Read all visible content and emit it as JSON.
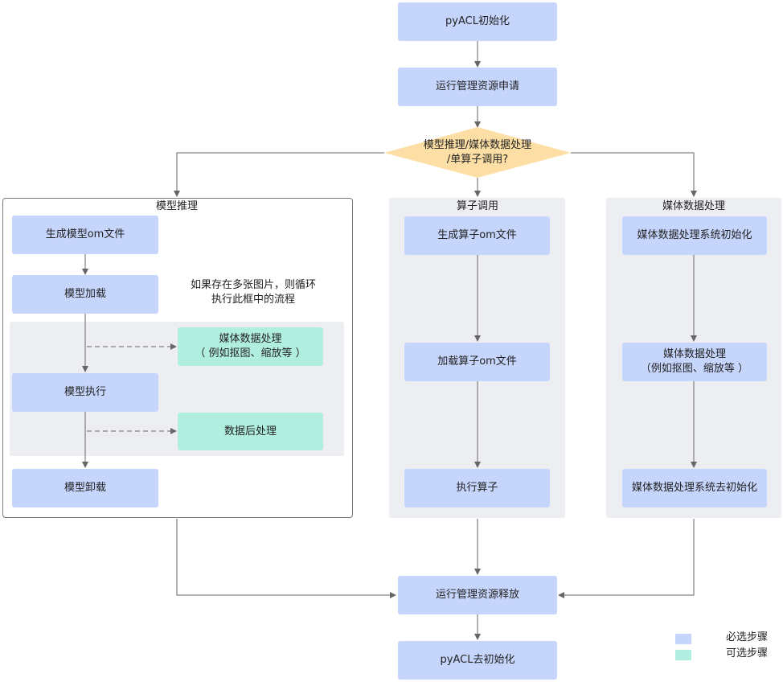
{
  "nodes": {
    "init": "pyACL初始化",
    "resource_apply": "运行管理资源申请",
    "decision": [
      "模型推理/媒体数据处理",
      "/单算子调用?"
    ],
    "resource_release": "运行管理资源释放",
    "deinit": "pyACL去初始化"
  },
  "groups": {
    "model": {
      "title": "模型推理",
      "steps": {
        "gen_om": "生成模型om文件",
        "load": "模型加载",
        "execute": "模型执行",
        "unload": "模型卸载"
      },
      "loop_note": [
        "如果存在多张图片，则循环",
        "执行此框中的流程"
      ],
      "optional": {
        "media": [
          "媒体数据处理",
          "（ 例如抠图、缩放等 ）"
        ],
        "postprocess": "数据后处理"
      }
    },
    "operator": {
      "title": "算子调用",
      "steps": {
        "gen_om": "生成算子om文件",
        "load": "加载算子om文件",
        "execute": "执行算子"
      }
    },
    "media": {
      "title": "媒体数据处理",
      "steps": {
        "init": "媒体数据处理系统初始化",
        "process": [
          "媒体数据处理",
          "（例如抠图、缩放等 ）"
        ],
        "deinit": "媒体数据处理系统去初始化"
      }
    }
  },
  "legend": {
    "required": "必选步骤",
    "optional": "可选步骤",
    "required_color": "#c6d5fc",
    "optional_color": "#b0eee0"
  }
}
